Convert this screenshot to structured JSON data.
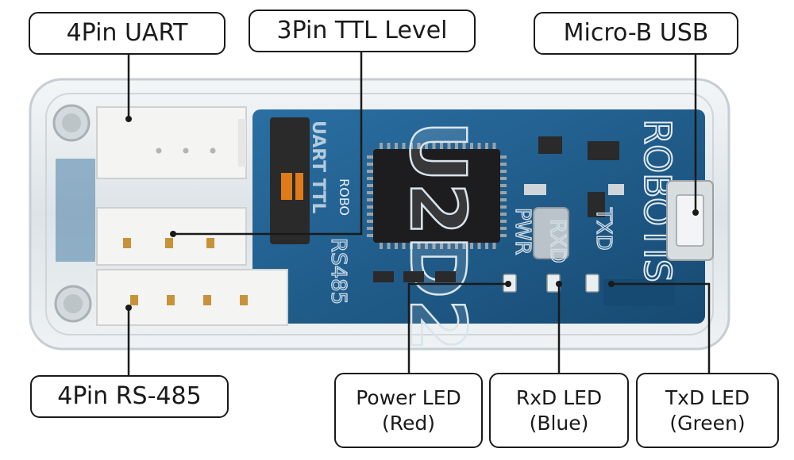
{
  "labels": {
    "uart_4pin": "4Pin UART",
    "ttl_3pin": "3Pin TTL Level",
    "micro_usb": "Micro-B USB",
    "rs485_4pin": "4Pin RS-485",
    "power_led": {
      "line1": "Power LED",
      "line2": "(Red)"
    },
    "rxd_led": {
      "line1": "RxD LED",
      "line2": "(Blue)"
    },
    "txd_led": {
      "line1": "TxD LED",
      "line2": "(Green)"
    }
  },
  "board_text": {
    "chip_label": "U2D2",
    "brand": "ROBOTIS",
    "switch_label": "UART TTL",
    "board_small": "ROBO",
    "rs485_print": "RS485",
    "pwr_mark": "PWR",
    "rxd_mark": "RXD",
    "txd_mark": "TXD"
  },
  "colors": {
    "pcb": "#1f5f8f",
    "pcb_dark": "#184c74",
    "case": "#e4e9ec",
    "connector": "#f4f4f2",
    "pin": "#c8923a",
    "switch": "#2a2a2a",
    "switch_knob": "#e07b1a",
    "line": "#1a1a1a"
  }
}
